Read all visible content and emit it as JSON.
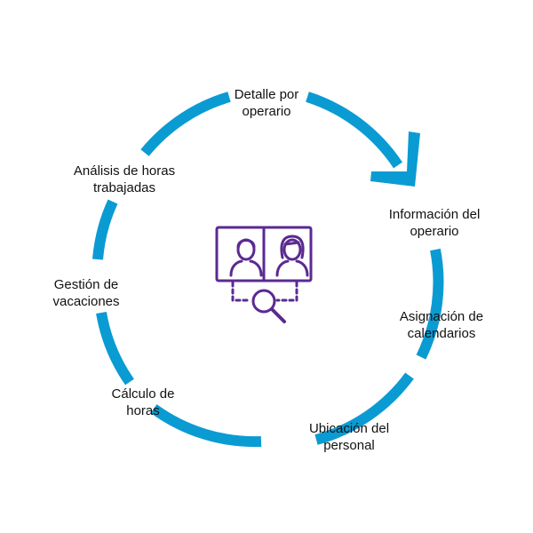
{
  "colors": {
    "ring": "#0a9bd3",
    "icon": "#5b2a91",
    "text": "#111111",
    "background": "#ffffff"
  },
  "center_icon": "two-operators-with-magnifier-icon",
  "labels": {
    "detalle": {
      "line1": "Detalle por",
      "line2": "operario"
    },
    "info": {
      "line1": "Información del",
      "line2": "operario"
    },
    "asignacion": {
      "line1": "Asignación de",
      "line2": "calendarios"
    },
    "ubicacion": {
      "line1": "Ubicación del",
      "line2": "personal"
    },
    "calculo": {
      "line1": "Cálculo de",
      "line2": "horas"
    },
    "gestion": {
      "line1": "Gestión de",
      "line2": "vacaciones"
    },
    "analisis": {
      "line1": "Análisis de horas",
      "line2": "trabajadas"
    }
  }
}
